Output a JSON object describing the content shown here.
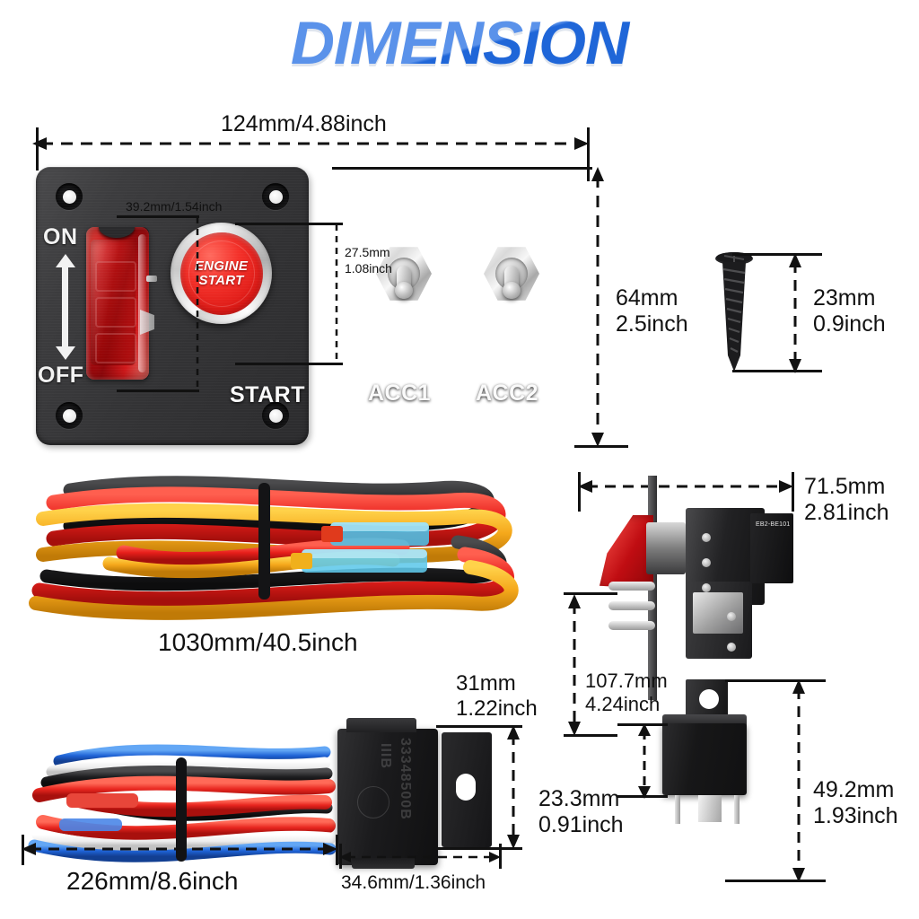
{
  "title": "DIMENSION",
  "panel": {
    "width_label": "124mm/4.88inch",
    "height_label_line1": "64mm",
    "height_label_line2": "2.5inch",
    "rocker_width_label": "39.2mm/1.54inch",
    "button_dia_line1": "27.5mm",
    "button_dia_line2": "1.08inch",
    "switch_on_label": "ON",
    "switch_off_label": "OFF",
    "start_button_text_line1": "ENGINE",
    "start_button_text_line2": "START",
    "labels": {
      "start": "START",
      "acc1": "ACC1",
      "acc2": "ACC2"
    }
  },
  "screw": {
    "length_line1": "23mm",
    "length_line2": "0.9inch"
  },
  "wire_harness": {
    "length_label": "1030mm/40.5inch"
  },
  "side_view": {
    "depth_line1": "71.5mm",
    "depth_line2": "2.81inch",
    "height_line1": "107.7mm",
    "height_line2": "4.24inch",
    "component_marking": "EB2-BE101"
  },
  "relay_harness": {
    "wire_length_label": "226mm/8.6inch",
    "socket_width_label": "34.6mm/1.36inch",
    "socket_height_line1": "31mm",
    "socket_height_line2": "1.22inch",
    "socket_emboss_code": "33348500B",
    "socket_emboss_mark": "IIIB"
  },
  "relay": {
    "body_height_line1": "23.3mm",
    "body_height_line2": "0.91inch",
    "total_height_line1": "49.2mm",
    "total_height_line2": "1.93inch"
  },
  "colors": {
    "title_light": "#5a92ea",
    "title_dark": "#1f66d8",
    "panel_dark": "#343436",
    "accent_red": "#e01a16",
    "dimension_line": "#111111"
  }
}
